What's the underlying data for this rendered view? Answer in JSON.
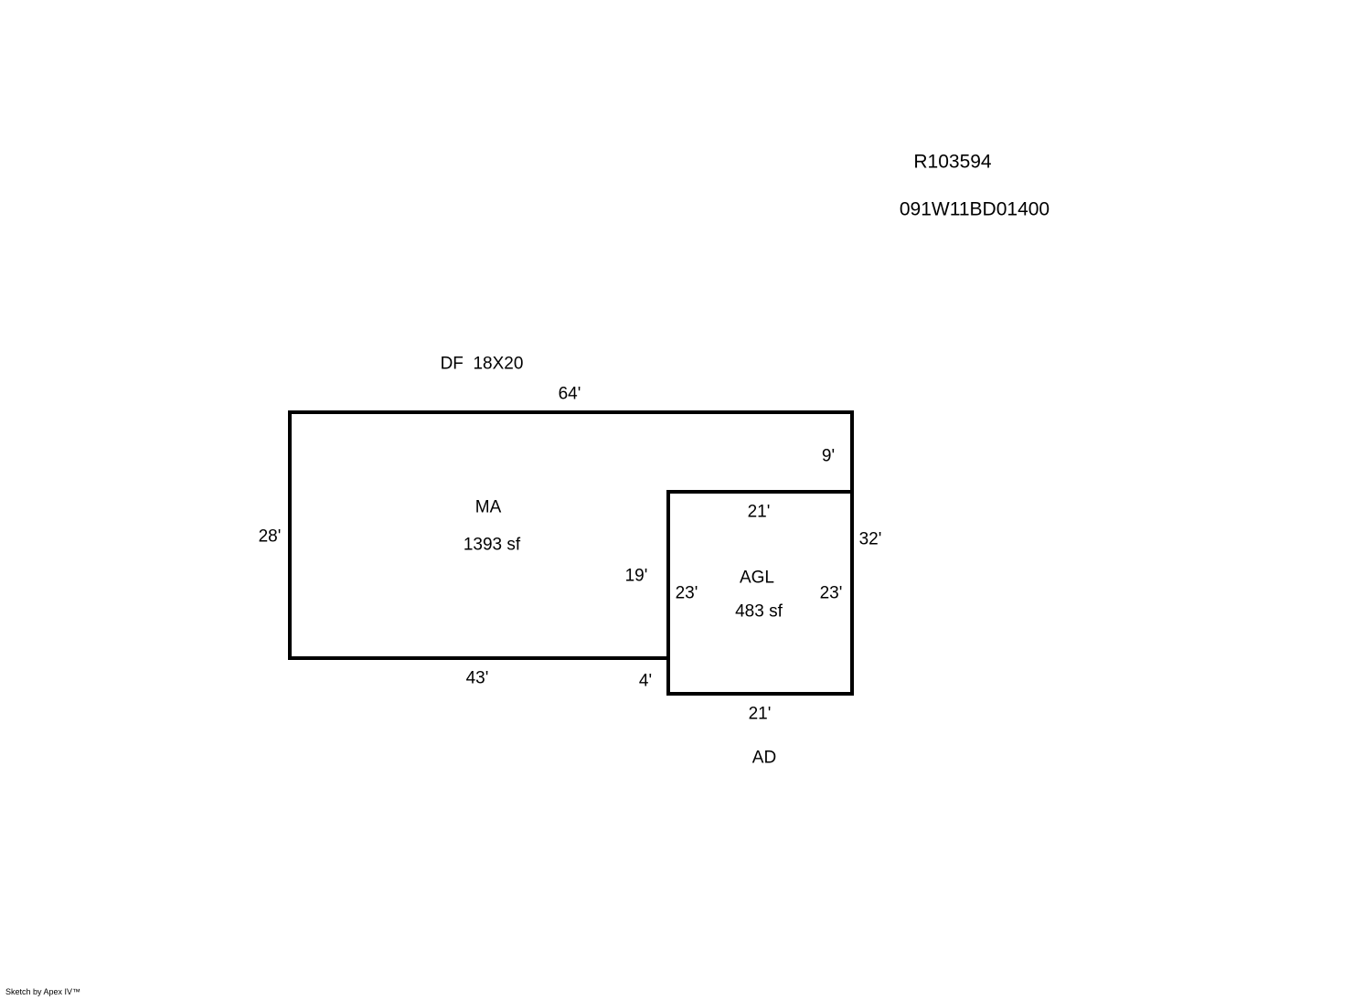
{
  "header": {
    "account_number": "R103594",
    "map_tax_lot": "091W11BD01400"
  },
  "notes": {
    "detached": "DF  18X20",
    "attached": "AD"
  },
  "areas": {
    "main": {
      "code": "MA",
      "area": "1393 sf"
    },
    "garage": {
      "code": "AGL",
      "area": "483 sf"
    }
  },
  "dimensions": {
    "main_top": "64'",
    "main_left": "28'",
    "main_bottom": "43'",
    "right_upper": "9'",
    "right_full": "32'",
    "inner_step": "19'",
    "inner_notch": "4'",
    "garage_top": "21'",
    "garage_bottom": "21'",
    "garage_left": "23'",
    "garage_right": "23'"
  },
  "credit": "Sketch by Apex IV™",
  "colors": {
    "line": "#000000",
    "background": "#ffffff"
  }
}
